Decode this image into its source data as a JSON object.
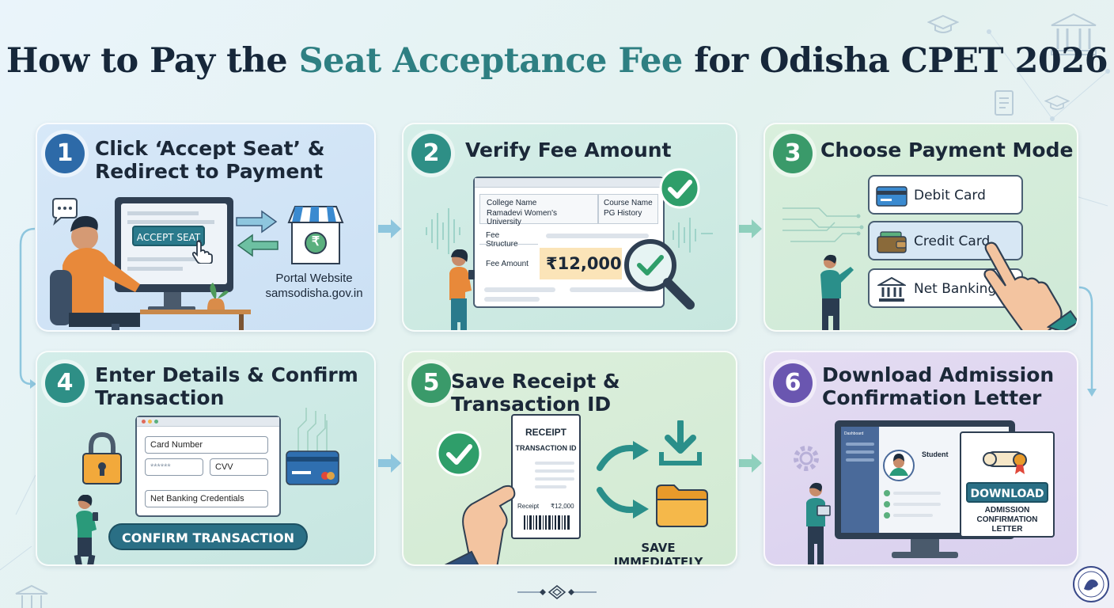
{
  "title": {
    "part1": "How to Pay the ",
    "accent": "Seat Acceptance Fee",
    "part2": " for Odisha CPET 2026"
  },
  "steps": [
    {
      "number": "1",
      "title_line1": "Click ‘Accept Seat’ &",
      "title_line2": "Redirect to Payment"
    },
    {
      "number": "2",
      "title_line1": "Verify Fee Amount"
    },
    {
      "number": "3",
      "title_line1": "Choose Payment Mode"
    },
    {
      "number": "4",
      "title_line1": "Enter Details & Confirm",
      "title_line2": "Transaction"
    },
    {
      "number": "5",
      "title_line1": "Save Receipt & Transaction ID"
    },
    {
      "number": "6",
      "title_line1": "Download Admission",
      "title_line2": "Confirmation Letter"
    }
  ],
  "step1": {
    "button": "ACCEPT SEAT",
    "portal_label": "Portal Website",
    "portal_url": "samsodisha.gov.in",
    "store_symbol": "₹"
  },
  "step2": {
    "college_header": "College Name",
    "college_value": "Ramadevi Women's University",
    "course_header": "Course Name",
    "course_value": "PG History",
    "fee_structure": "Fee Structure",
    "fee_amount_label": "Fee Amount",
    "fee_amount_value": "₹12,000"
  },
  "step3": {
    "options": [
      "Debit Card",
      "Credit Card",
      "Net Banking"
    ]
  },
  "step4": {
    "card_number": "Card Number",
    "expiry_mask": "******",
    "cvv": "CVV",
    "net_banking": "Net Banking Credentials",
    "confirm_button": "CONFIRM TRANSACTION"
  },
  "step5": {
    "receipt_title": "RECEIPT",
    "transaction_id": "TRANSACTION ID",
    "receipt_label": "Receipt",
    "receipt_amount": "₹12,000",
    "save_note": "SAVE IMMEDIATELY"
  },
  "step6": {
    "dashboard_label": "Dashboard",
    "student_label": "Student",
    "download_button": "DOWNLOAD",
    "letter_line1": "ADMISSION",
    "letter_line2": "CONFIRMATION",
    "letter_line3": "LETTER"
  },
  "colors": {
    "teal": "#2e7f82",
    "badge1": "#2d6aa8",
    "badge2": "#2e8f86",
    "badge3": "#3a9a6a",
    "badge4": "#2e8f86",
    "badge5": "#3a9a6a",
    "badge6": "#6a56b0",
    "button": "#2a6f85",
    "fee_highlight": "#fbe4b8"
  }
}
